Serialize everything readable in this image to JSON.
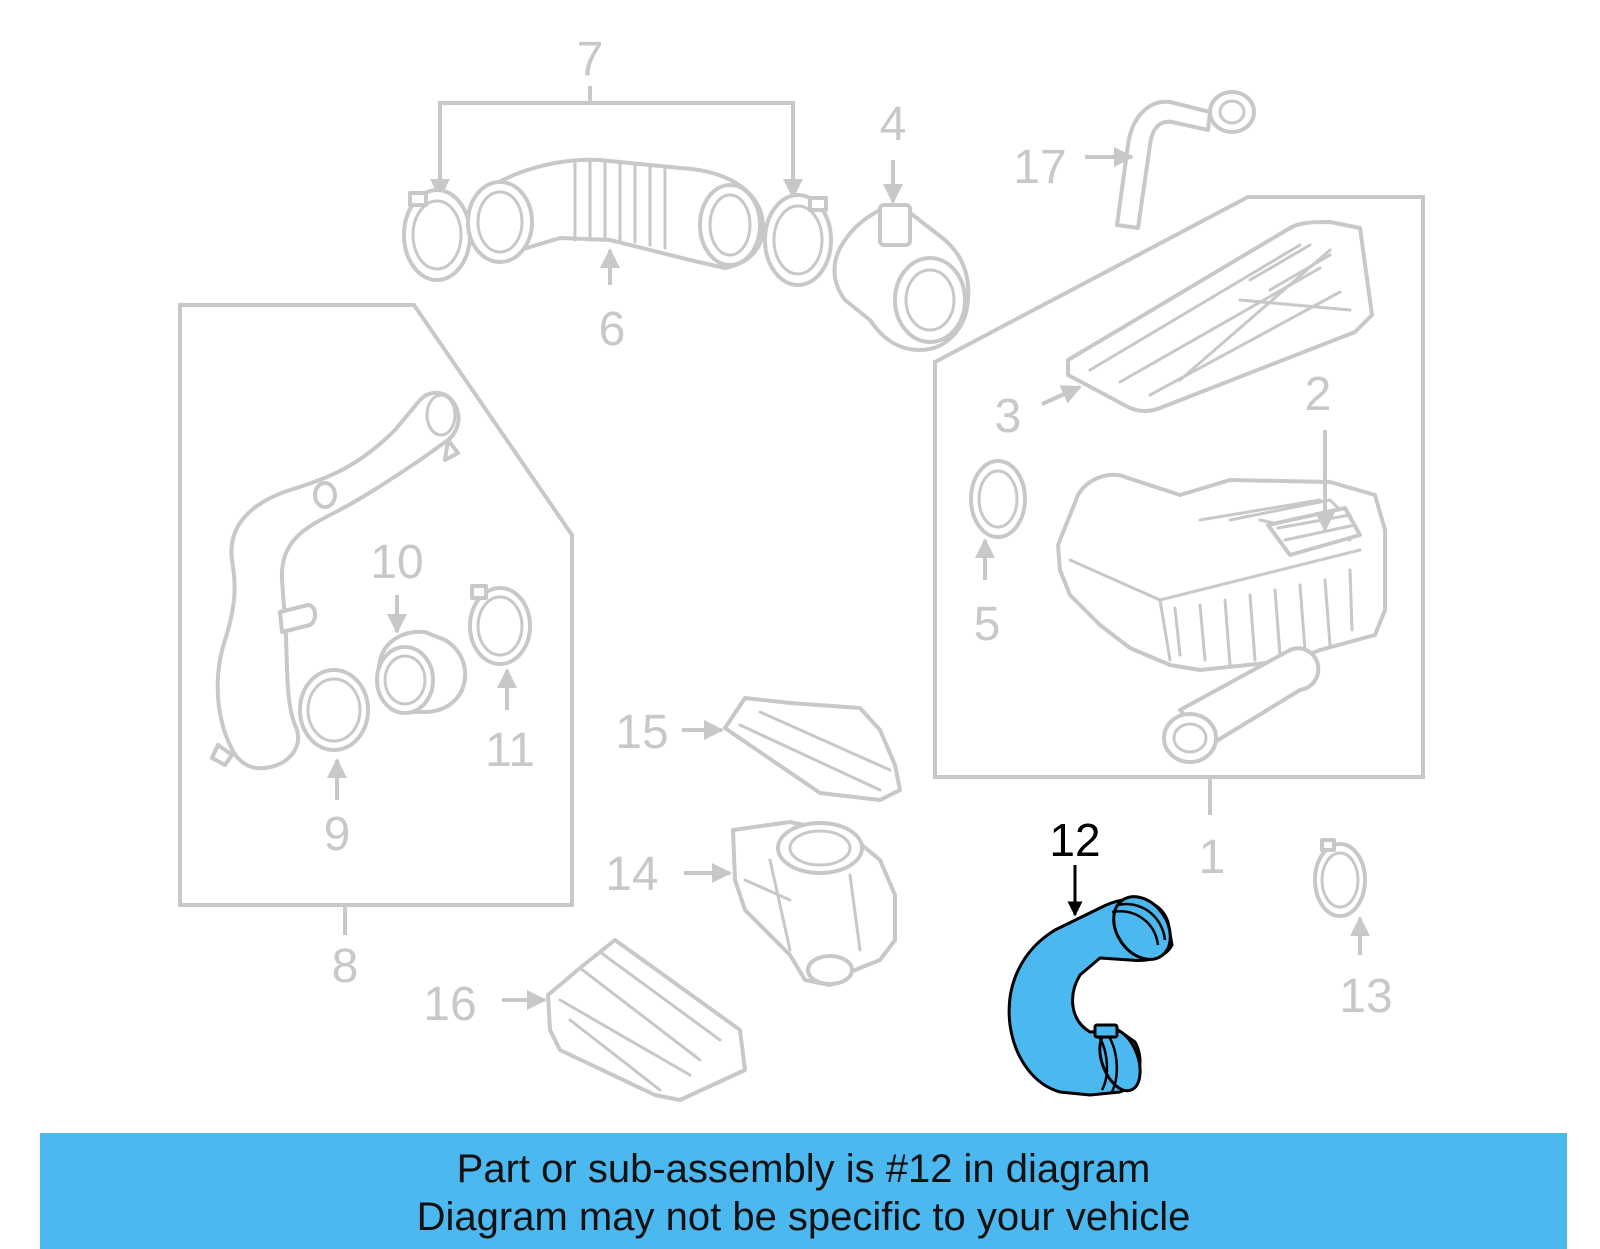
{
  "colors": {
    "highlight": "#4cb8f0",
    "muted_line": "#c8c8c8",
    "footer_bg": "#4cb8f0"
  },
  "callouts": {
    "c1": "1",
    "c2": "2",
    "c3": "3",
    "c4": "4",
    "c5": "5",
    "c6": "6",
    "c7": "7",
    "c8": "8",
    "c9": "9",
    "c10": "10",
    "c11": "11",
    "c12": "12",
    "c13": "13",
    "c14": "14",
    "c15": "15",
    "c16": "16",
    "c17": "17"
  },
  "highlighted_part": "12",
  "footer": {
    "line1": "Part or sub-assembly is #12 in diagram",
    "line2": "Diagram may not be specific to your vehicle"
  }
}
